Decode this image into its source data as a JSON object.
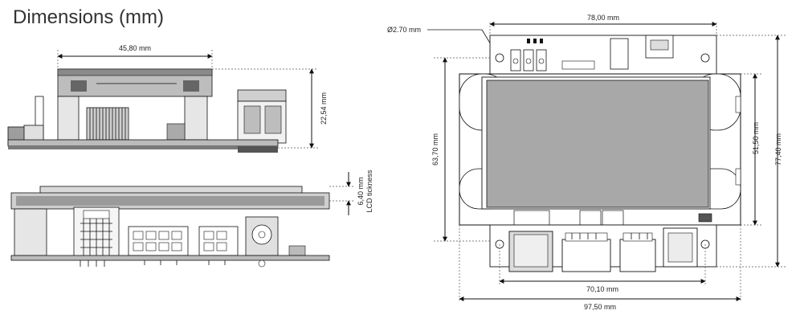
{
  "title": "Dimensions (mm)",
  "side_view": {
    "width_label": "45,80 mm",
    "height_label": "22,54 mm"
  },
  "front_view": {
    "lcd_label_line1": "6,40 mm",
    "lcd_label_line2": "LCD tickness"
  },
  "top_view": {
    "hole_label": "Ø2.70 mm",
    "board_width_top": "78,00 mm",
    "left_height": "63,70 mm",
    "right_inner_height": "51,50 mm",
    "right_outer_height": "77,40 mm",
    "bottom_inner_width": "70,10 mm",
    "bottom_outer_width": "97,50 mm"
  }
}
